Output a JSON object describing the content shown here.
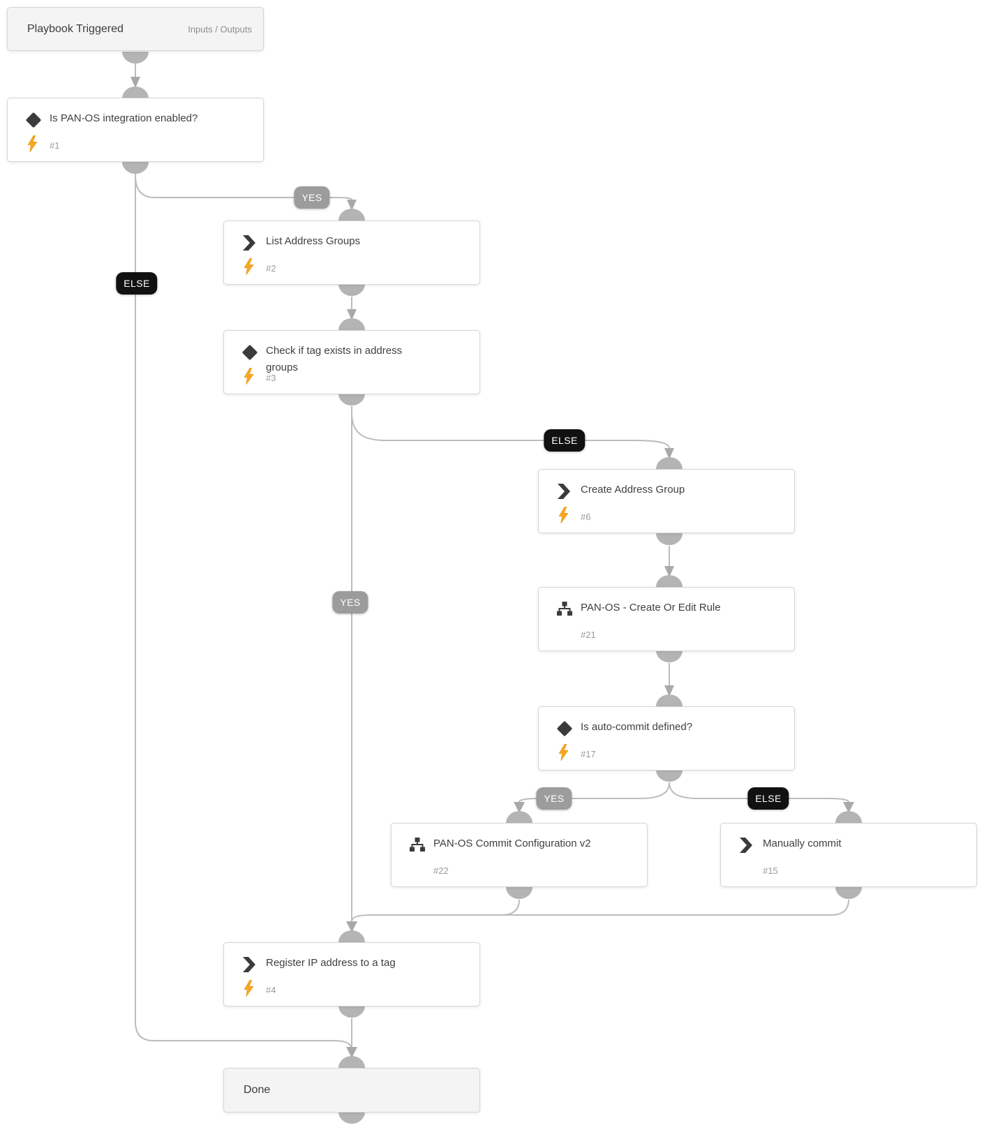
{
  "canvas": {
    "background": "#ffffff"
  },
  "colors": {
    "line": "#bcbcbc",
    "connector": "#b4b4b4",
    "yes_pill": "#9c9c9c",
    "else_pill": "#111111",
    "icon": "#3b3b3b",
    "bolt": "#f6a821",
    "section_background": "#f4f4f4"
  },
  "pills": {
    "yes_1": "YES",
    "else_1": "ELSE",
    "else_2": "ELSE",
    "yes_2": "YES",
    "yes_3": "YES",
    "else_3": "ELSE"
  },
  "nodes": {
    "playbook_triggered": {
      "title": "Playbook Triggered",
      "link": "Inputs / Outputs"
    },
    "is_panos_integration_enabled": {
      "title": "Is PAN-OS integration enabled?",
      "id": "#1",
      "icon": "condition-diamond-icon",
      "automated": true
    },
    "list_address_groups": {
      "title": "List Address Groups",
      "id": "#2",
      "icon": "task-chevron-icon",
      "automated": true
    },
    "check_tag_exists": {
      "title": "Check if tag exists in address groups",
      "id": "#3",
      "icon": "condition-diamond-icon",
      "automated": true
    },
    "create_address_group": {
      "title": "Create Address Group",
      "id": "#6",
      "icon": "task-chevron-icon",
      "automated": true
    },
    "panos_create_or_edit_rule": {
      "title": "PAN-OS - Create Or Edit Rule",
      "id": "#21",
      "icon": "sub-playbook-sitemap-icon",
      "automated": false
    },
    "is_auto_commit_defined": {
      "title": "Is auto-commit defined?",
      "id": "#17",
      "icon": "condition-diamond-icon",
      "automated": true
    },
    "panos_commit_configuration_v2": {
      "title": "PAN-OS Commit Configuration v2",
      "id": "#22",
      "icon": "sub-playbook-sitemap-icon",
      "automated": false
    },
    "manually_commit": {
      "title": "Manually commit",
      "id": "#15",
      "icon": "task-chevron-icon",
      "automated": false
    },
    "register_ip_to_tag": {
      "title": "Register IP address to a tag",
      "id": "#4",
      "icon": "task-chevron-icon",
      "automated": true
    },
    "done": {
      "title": "Done"
    }
  }
}
